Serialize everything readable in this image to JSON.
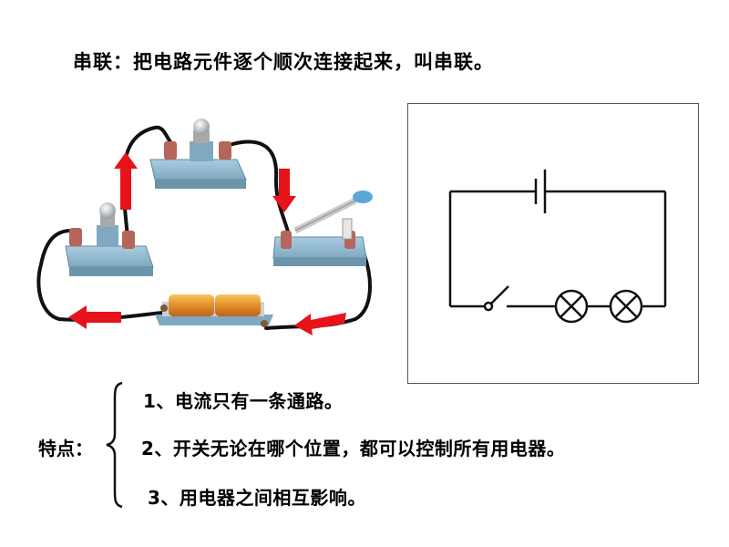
{
  "title": "串联：把电路元件逐个顺次连接起来，叫串联。",
  "features": {
    "label": "特点：",
    "points": [
      "1、电流只有一条通路。",
      "2、开关无论在哪个位置，都可以控制所有用电器。",
      "3、用电器之间相互影响。"
    ]
  },
  "icons": {
    "bulb_holder": "bulb-holder-icon",
    "knife_switch": "knife-switch-icon",
    "battery": "battery-icon",
    "flow_arrow": "flow-arrow-icon",
    "schematic_battery": "battery-symbol-icon",
    "schematic_switch": "switch-symbol-icon",
    "schematic_lamp": "lamp-symbol-icon"
  },
  "colors": {
    "wire": "#111111",
    "arrow": "#e8121a",
    "component_base": "#8fb9cf",
    "terminal": "#b5655a",
    "battery": "#e8a23a"
  }
}
